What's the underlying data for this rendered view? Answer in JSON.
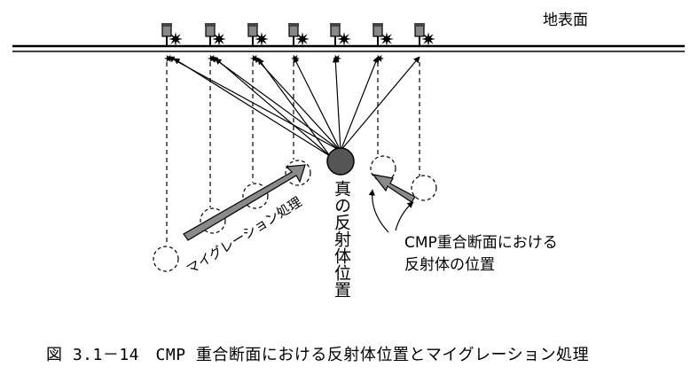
{
  "labels": {
    "ground_surface": "地表面",
    "true_reflector_position": "真の反射体位置",
    "migration_processing": "マイグレーション処理",
    "cmp_line1": "CMP重合断面における",
    "cmp_line2": "反射体の位置"
  },
  "caption": "図 3.1－14　CMP 重合断面における反射体位置とマイグレーション処理",
  "icons": [
    "geophone-icon",
    "shot-burst-icon",
    "reflector-point",
    "arrow-icon"
  ],
  "colors": {
    "line": "#000000",
    "reflector_fill": "#555555",
    "arrow_fill": "#8a8a8a"
  }
}
